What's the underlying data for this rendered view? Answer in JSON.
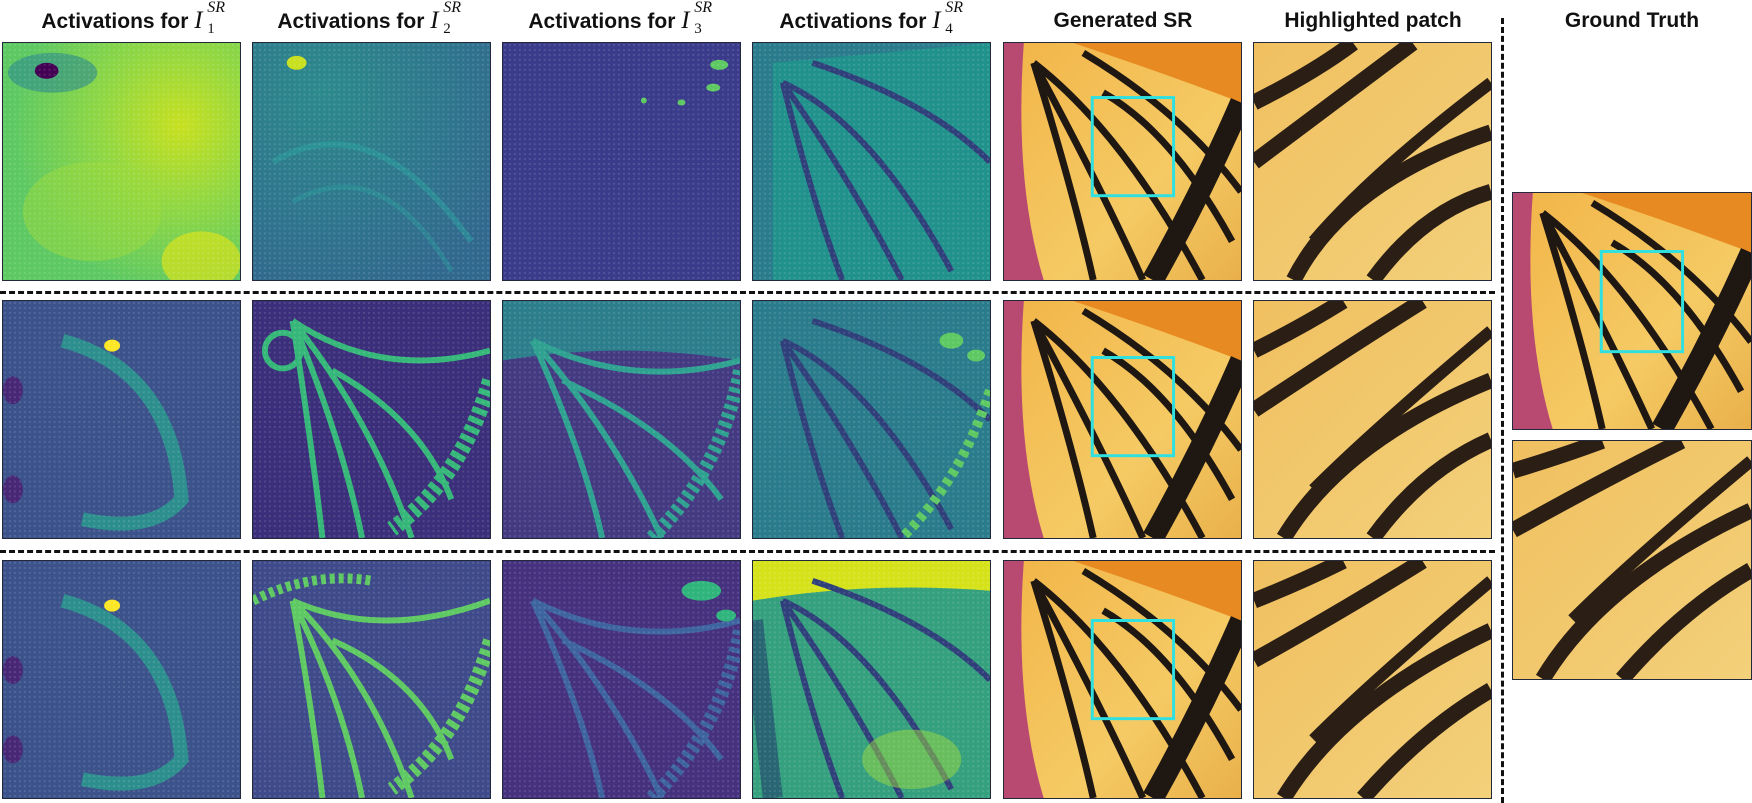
{
  "headers": {
    "col1_prefix": "Activations for",
    "col1_symbol": "I",
    "col1_sup": "SR",
    "col1_sub": "1",
    "col2_prefix": "Activations for",
    "col2_symbol": "I",
    "col2_sup": "SR",
    "col2_sub": "2",
    "col3_prefix": "Activations for",
    "col3_symbol": "I",
    "col3_sup": "SR",
    "col3_sub": "3",
    "col4_prefix": "Activations for",
    "col4_symbol": "I",
    "col4_sup": "SR",
    "col4_sub": "4",
    "col5": "Generated SR",
    "col6": "Highlighted patch",
    "col7": "Ground Truth"
  },
  "colors": {
    "viridis_dark": "#440154",
    "viridis_blue": "#3b528b",
    "viridis_teal": "#21918c",
    "viridis_green": "#5ec962",
    "viridis_yellow": "#fde725",
    "wing_orange": "#e8a33a",
    "wing_yellow": "#f3c45c",
    "wing_black": "#1e1712",
    "highlight_box": "#30e0e0",
    "flower_pink": "#c04a7a"
  },
  "grid": {
    "rows": 3,
    "columns": [
      "activation-1",
      "activation-2",
      "activation-3",
      "activation-4",
      "generated-sr",
      "highlighted-patch",
      "ground-truth"
    ]
  }
}
